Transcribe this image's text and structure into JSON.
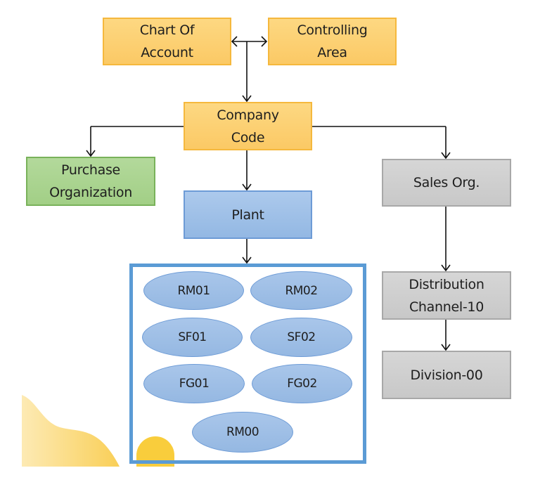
{
  "diagram": {
    "top_nodes": {
      "chart_of_account": "Chart Of\nAccount",
      "controlling_area": "Controlling\nArea"
    },
    "company_code": "Company\nCode",
    "purchase_organization": "Purchase\nOrganization",
    "plant": "Plant",
    "sales_org": "Sales Org.",
    "distribution_channel": "Distribution\nChannel-10",
    "division": "Division-00",
    "storage_locations": [
      "RM01",
      "RM02",
      "SF01",
      "SF02",
      "FG01",
      "FG02",
      "RM00"
    ],
    "colors": {
      "finance": "#fbc965",
      "purchasing": "#a2cf86",
      "plant": "#93b8e3",
      "sales": "#c8c8c8",
      "container_border": "#5b9bd5",
      "decoration": "#f9cd3c"
    }
  }
}
